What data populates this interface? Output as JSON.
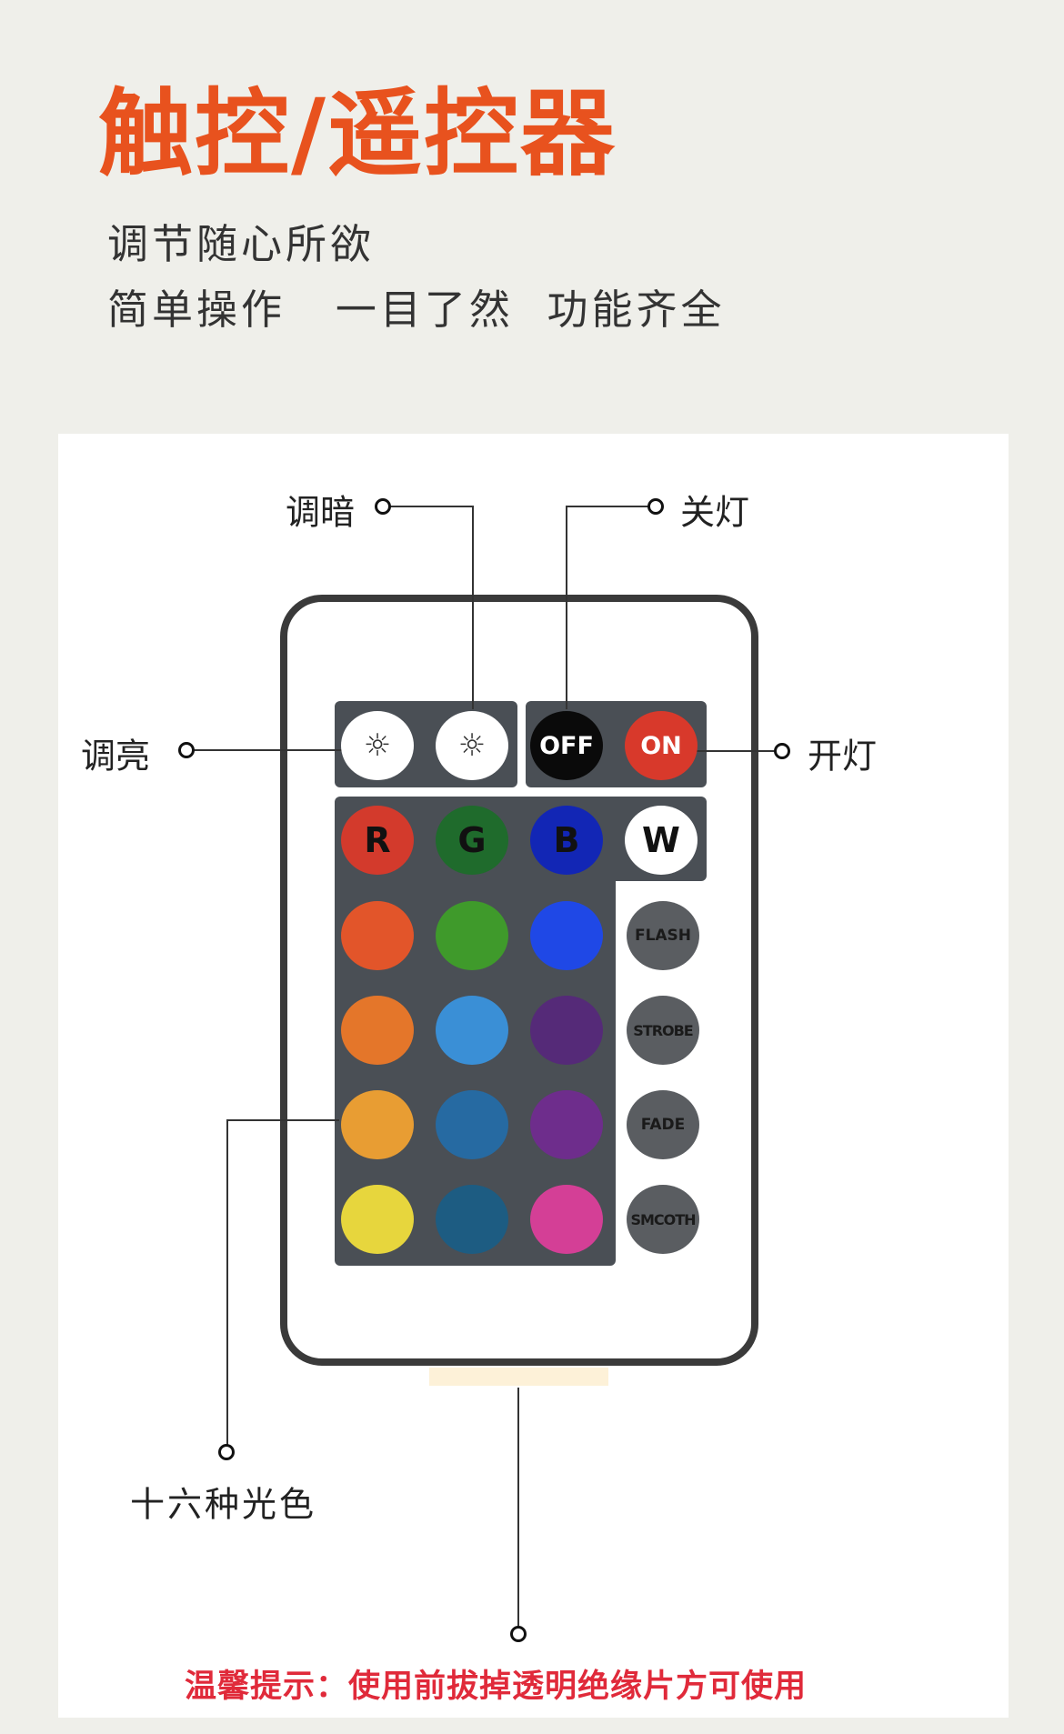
{
  "title": "触控/遥控器",
  "subtitle_lines": [
    "调节随心所欲",
    "简单操作   一目了然  功能齐全"
  ],
  "callouts": {
    "dim": "调暗",
    "off": "关灯",
    "bright": "调亮",
    "on": "开灯",
    "colors": "十六种光色"
  },
  "buttons": {
    "off": "OFF",
    "on": "ON",
    "r": "R",
    "g": "G",
    "b": "B",
    "w": "W",
    "flash": "FLASH",
    "strobe": "STROBE",
    "fade": "FADE",
    "smooth": "SMCOTH"
  },
  "button_colors": {
    "off": "#0a0a0a",
    "on": "#d8392b",
    "r": "#d33a2c",
    "g": "#1f6b2c",
    "b": "#1226b5",
    "w": "#ffffff",
    "mode": "#5a5d61"
  },
  "color_grid": [
    [
      "#e2552a",
      "#3f9a2b",
      "#1f48e6"
    ],
    [
      "#e4762a",
      "#3a8fd6",
      "#552a78"
    ],
    [
      "#e89d33",
      "#266aa2",
      "#6e2d8c"
    ],
    [
      "#e7d63d",
      "#1d5c82",
      "#d43f96"
    ]
  ],
  "warning": "温馨提示：使用前拔掉透明绝缘片方可使用"
}
